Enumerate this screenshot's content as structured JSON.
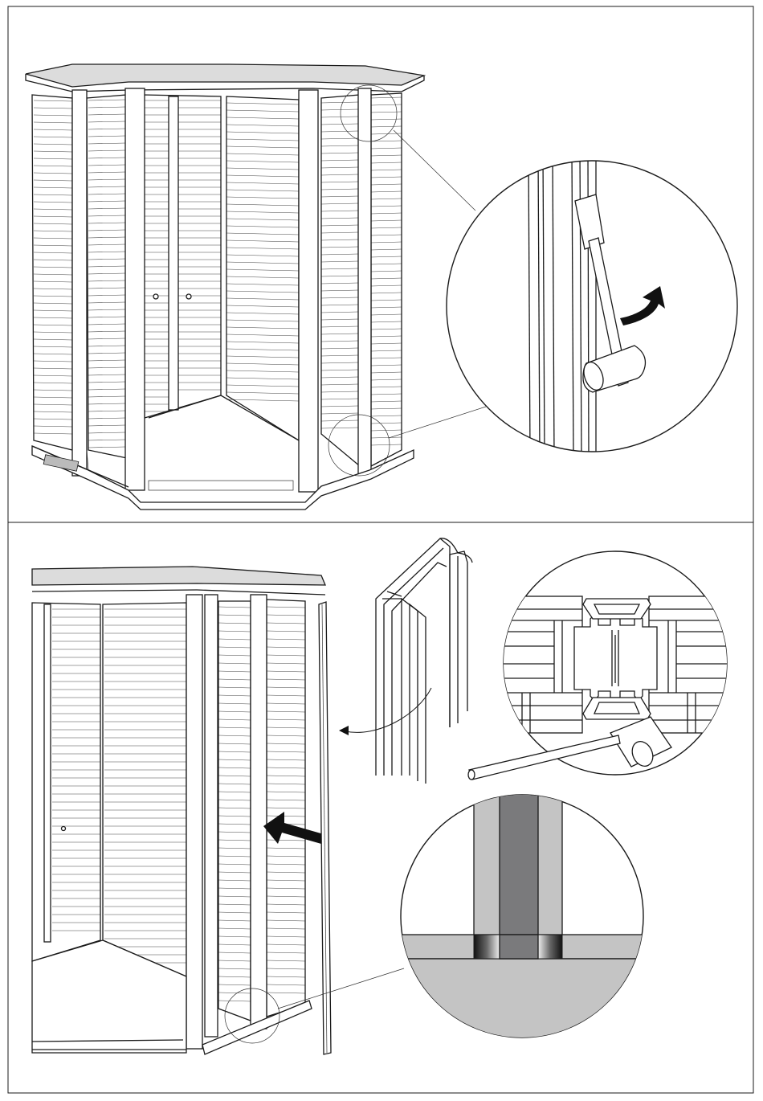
{
  "page": {
    "background": "#ffffff",
    "line_color": "#1a1a1a"
  },
  "steps": [
    {
      "id": "step-a",
      "shed": "octagonal-shed-with-door-frame",
      "detail": "lock-pin-rotation-closeup",
      "icons": [
        "rubber-mallet-icon",
        "rotate-arrow-icon"
      ]
    },
    {
      "id": "step-b",
      "shed": "shed-corner-with-profile-insertion",
      "details": [
        "profile-cross-section-closeup",
        "base-section-closeup"
      ],
      "icons": [
        "rubber-mallet-icon",
        "insert-arrow-icon",
        "curved-pointer-arrow-icon"
      ],
      "colors": {
        "dark_profile": "#7a7a7c",
        "light_profile": "#c4c4c4"
      }
    }
  ]
}
